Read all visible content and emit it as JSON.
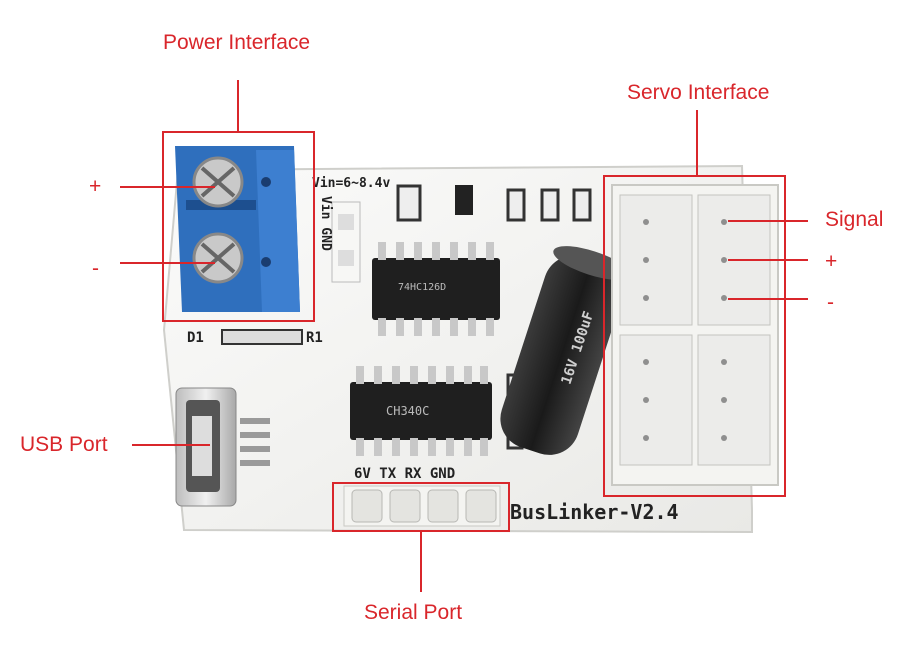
{
  "annotations": {
    "power_interface": "Power Interface",
    "servo_interface": "Servo Interface",
    "signal": "Signal",
    "servo_plus": "+",
    "servo_minus": "-",
    "power_plus": "+",
    "power_minus": "-",
    "usb_port": "USB Port",
    "serial_port": "Serial Port"
  },
  "board": {
    "vin_label": "Vin=6~8.4v",
    "vin_gnd": "Vin GND",
    "d1": "D1",
    "r1": "R1",
    "serial_pins": "6V TX RX GND",
    "model": "BusLinker-V2.4",
    "chip_top": "74HC126D",
    "chip_bottom": "CH340C",
    "capacitor": "16V 100uF"
  },
  "colors": {
    "annotation": "#d9262b",
    "terminal": "#2f6fbd",
    "board": "#f2f2f0"
  }
}
